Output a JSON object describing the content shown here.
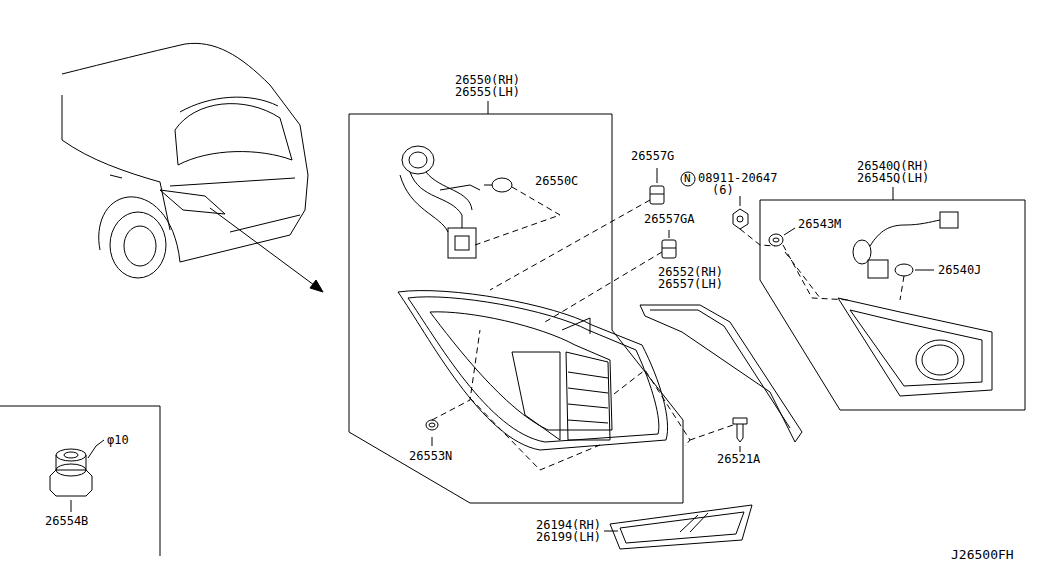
{
  "diagram": {
    "nodes": [
      {
        "text": [
          "26550(RH) 26555(LH)"
        ]
      },
      {
        "text": [
          "26540Q(RH) 26545Q(LH)"
        ]
      },
      {
        "text": [
          "φ10",
          "26554B"
        ]
      }
    ],
    "labels": [
      "26550C",
      "26553N",
      "26557G",
      "N",
      "08911-20647",
      "(6)",
      "26557GA",
      "26552(RH)",
      "26557(LH)",
      "26543M",
      "26540J",
      "26521A",
      "26194(RH)",
      "26199(LH)",
      "J26500FH"
    ]
  }
}
